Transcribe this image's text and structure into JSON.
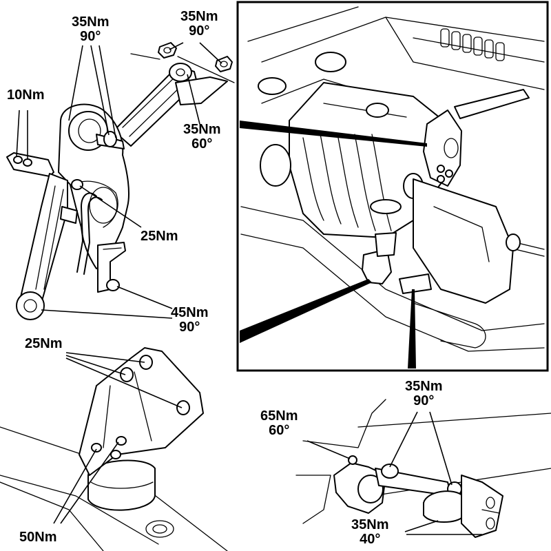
{
  "labels": {
    "top_left_10": "10Nm",
    "top_center_torque": "35Nm",
    "top_center_angle": "90°",
    "top_right_torque": "35Nm",
    "top_right_angle": "90°",
    "mid_torque": "35Nm",
    "mid_angle": "60°",
    "bracket_25": "25Nm",
    "lower_torque": "45Nm",
    "lower_angle": "90°",
    "mount_25": "25Nm",
    "mount_50": "50Nm",
    "br_65_torque": "65Nm",
    "br_65_angle": "60°",
    "br_35_torque": "35Nm",
    "br_35_angle": "90°",
    "br_bottom_torque": "35Nm",
    "br_bottom_angle": "40°"
  }
}
